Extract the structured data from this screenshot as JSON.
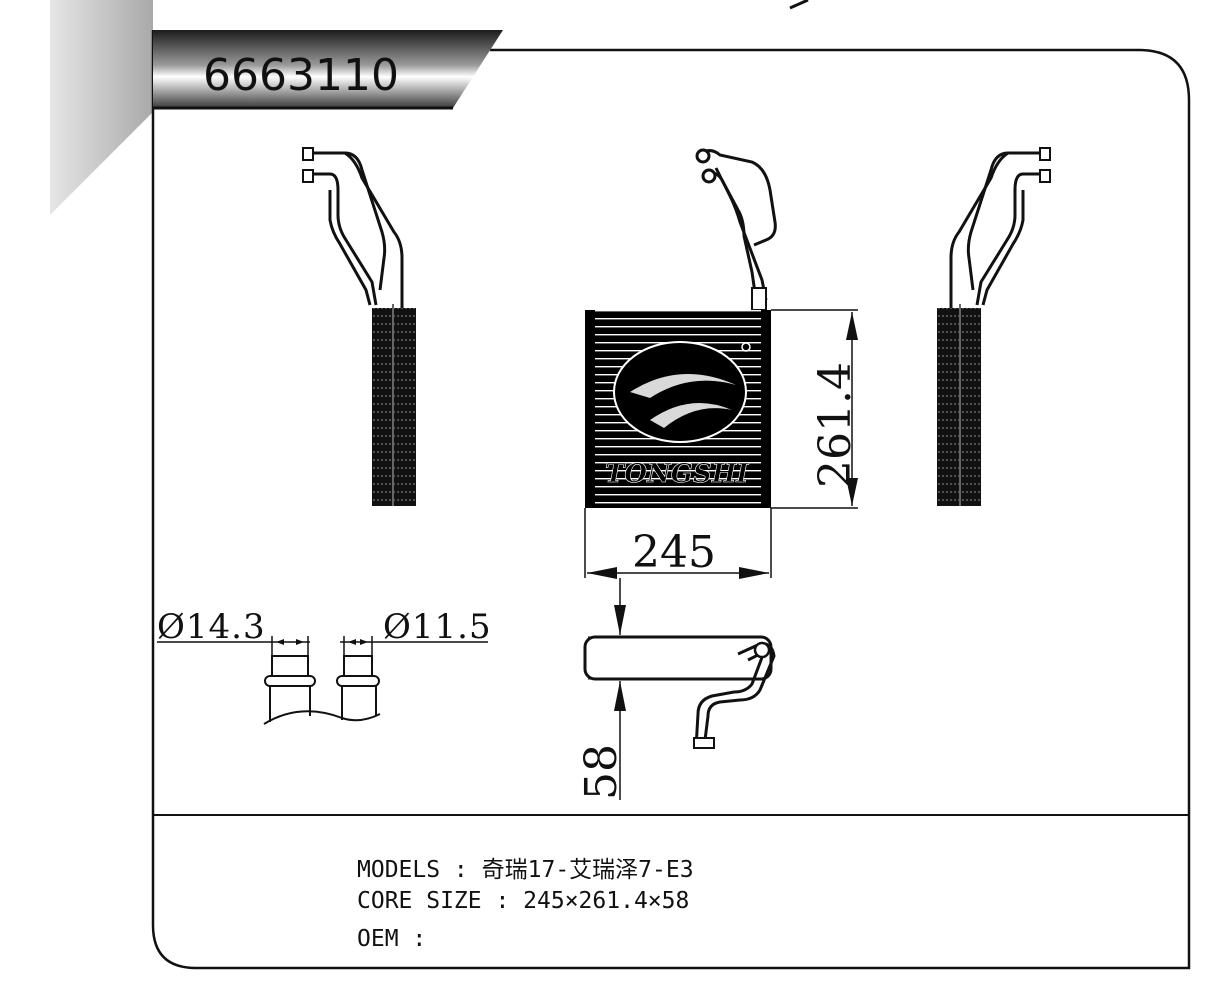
{
  "part_number": "6663110",
  "dimensions": {
    "width": "245",
    "height": "261.4",
    "depth": "58",
    "inlet_diameter": "Ø14.3",
    "outlet_diameter": "Ø11.5"
  },
  "info": {
    "models": "MODELS : 奇瑞17-艾瑞泽7-E3",
    "core_size": "CORE SIZE : 245×261.4×58",
    "oem": "OEM :"
  },
  "watermark": "TONGSHI",
  "colors": {
    "ink": "#111111",
    "header_band": "#2b2b2b",
    "margin_tab": "#c8c8c8"
  }
}
